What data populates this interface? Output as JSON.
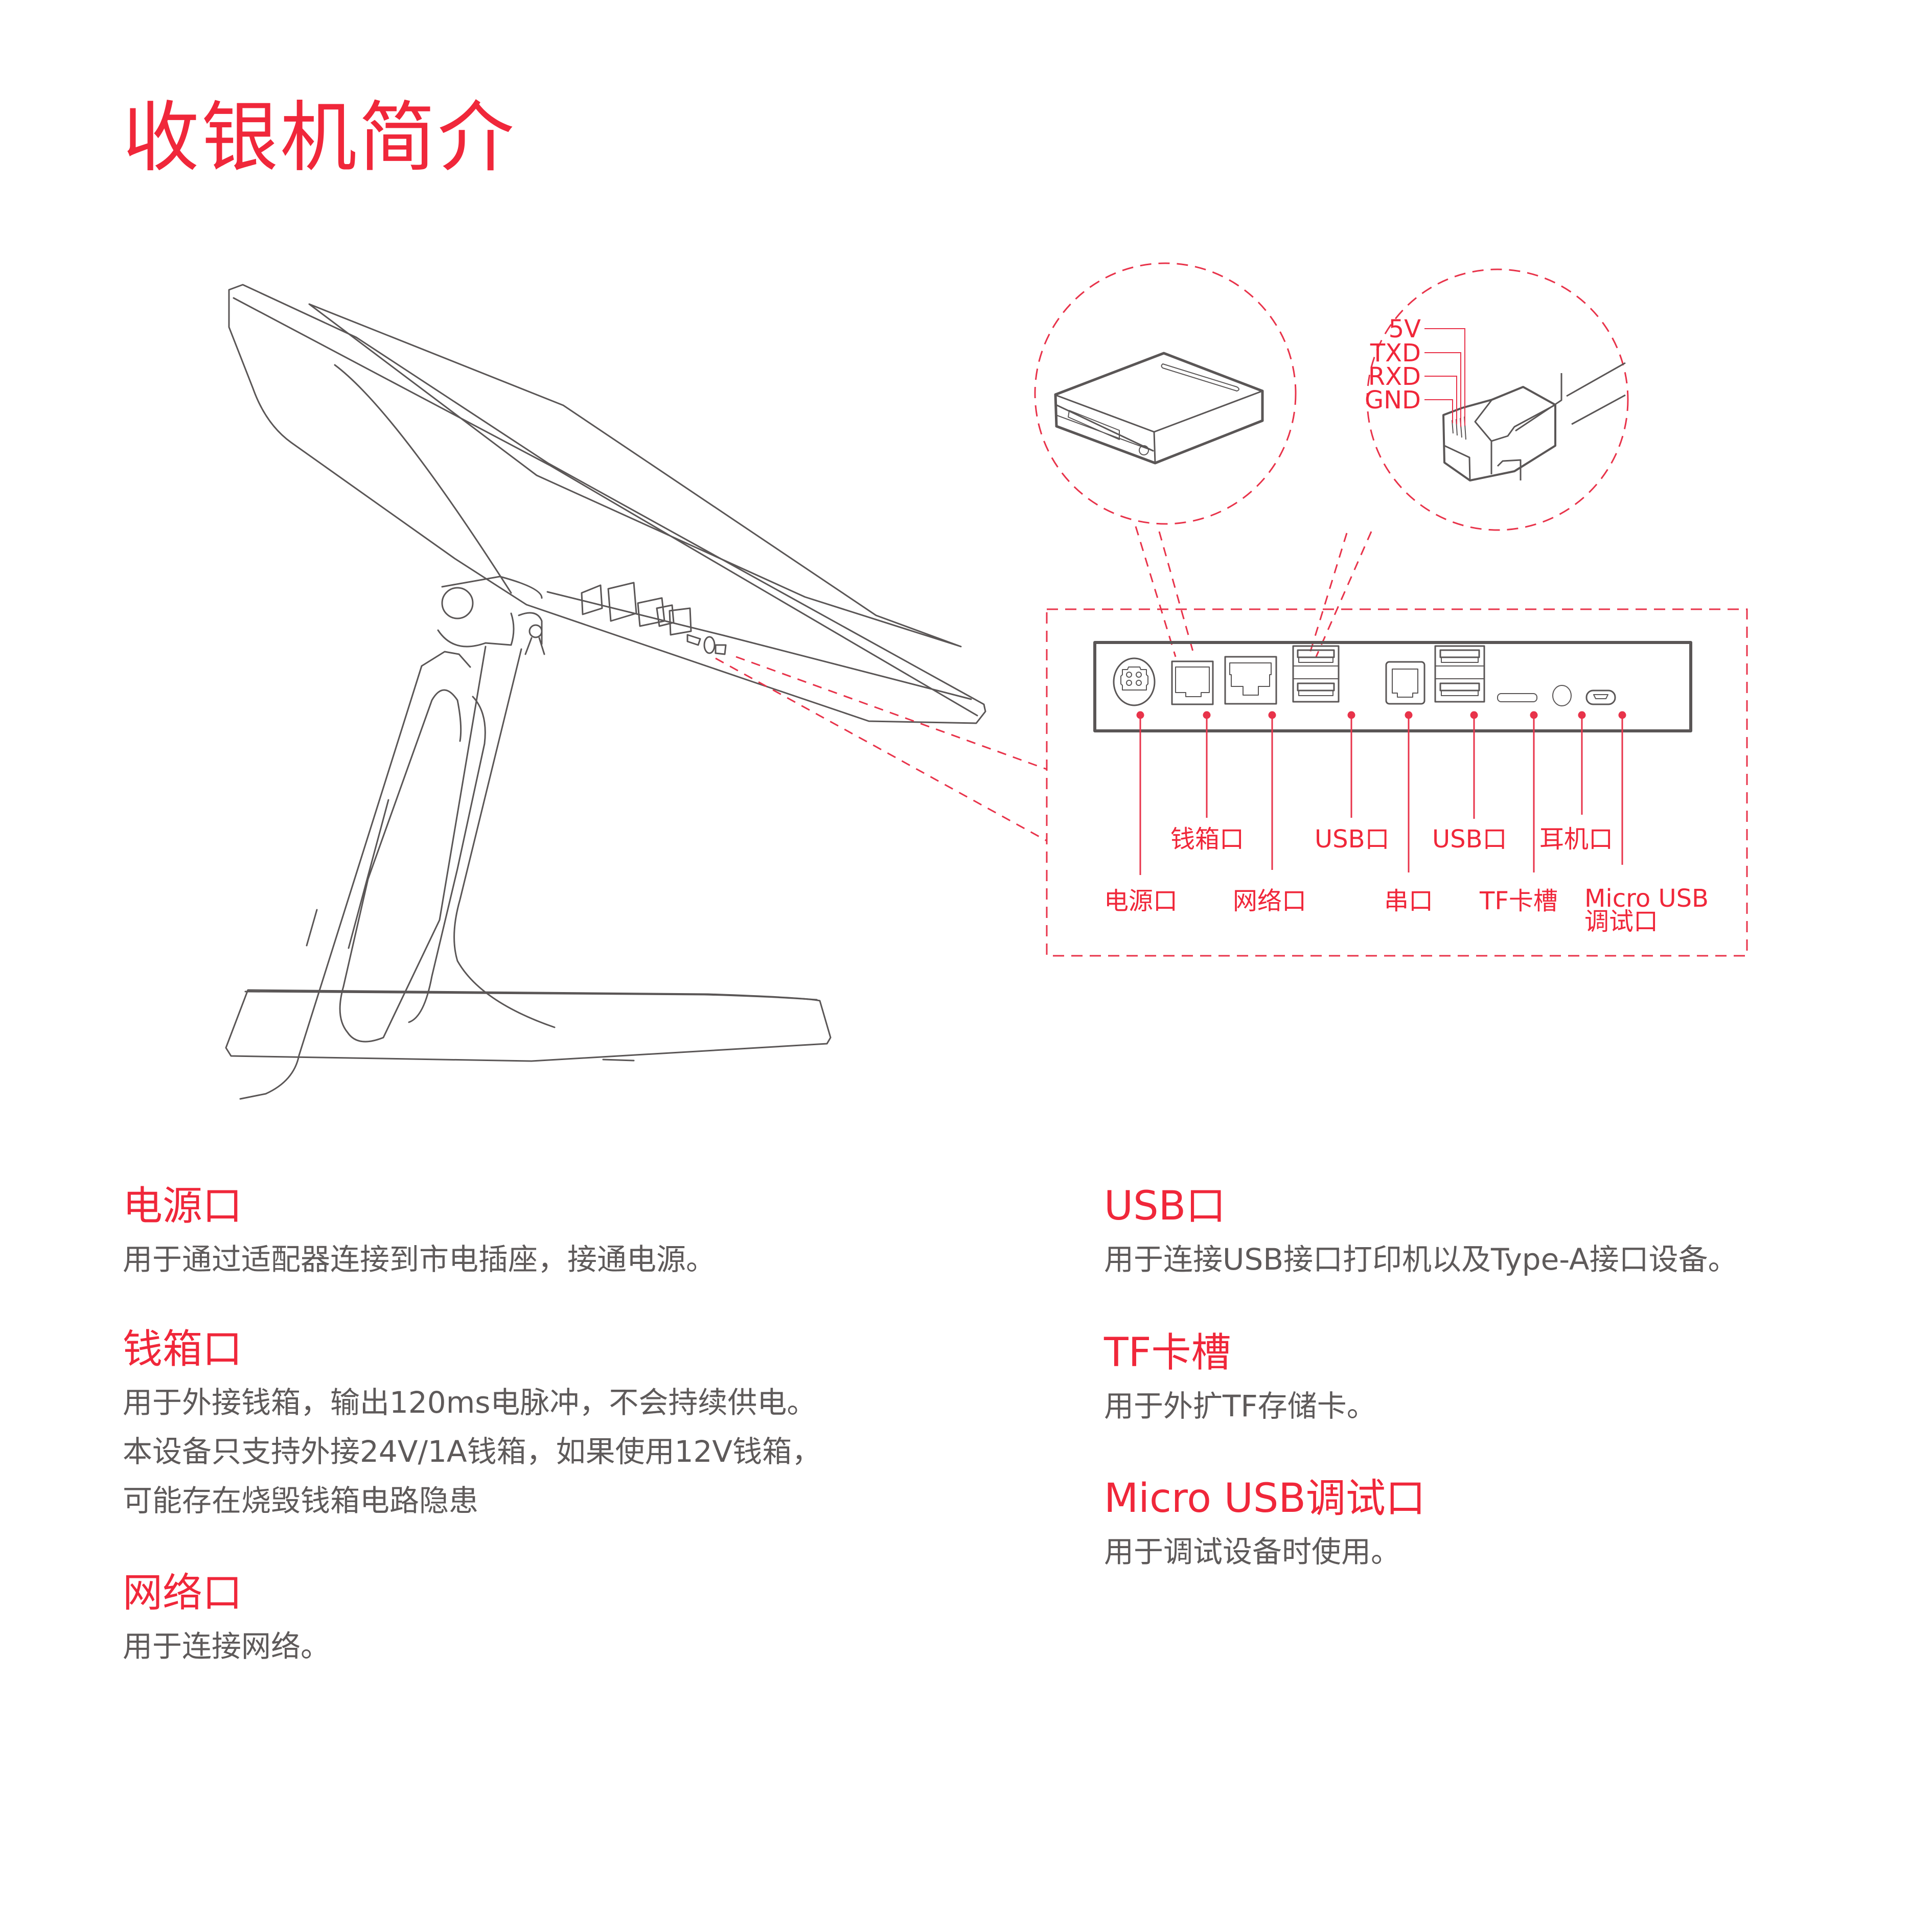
{
  "page": {
    "title": "收银机简介",
    "accent_color": "#f0273a",
    "text_color": "#5e5a5a",
    "line_color": "#5a5656"
  },
  "diagram": {
    "serial_pins": {
      "labels": [
        "5V",
        "TXD",
        "RXD",
        "GND"
      ]
    },
    "port_panel": {
      "ports_left_to_right": [
        "power-dc4pin",
        "rj11-cashdrawer",
        "rj45-network",
        "usb-a-dual",
        "rj11-serial",
        "usb-a-dual",
        "tf-slot",
        "audio-jack",
        "micro-usb"
      ]
    },
    "labels_upper": [
      {
        "id": "cash_drawer",
        "text": "钱箱口"
      },
      {
        "id": "usb1",
        "text": "USB口"
      },
      {
        "id": "usb2",
        "text": "USB口"
      },
      {
        "id": "earphone",
        "text": "耳机口"
      }
    ],
    "labels_lower": [
      {
        "id": "power",
        "text": "电源口"
      },
      {
        "id": "network",
        "text": "网络口"
      },
      {
        "id": "serial",
        "text": "串口"
      },
      {
        "id": "tf",
        "text": "TF卡槽"
      },
      {
        "id": "micro_usb_line1",
        "text": "Micro USB"
      },
      {
        "id": "micro_usb_line2",
        "text": "调试口"
      }
    ]
  },
  "sections": {
    "left": [
      {
        "title": "电源口",
        "lines": [
          "用于通过适配器连接到市电插座，接通电源。"
        ]
      },
      {
        "title": "钱箱口",
        "lines": [
          "用于外接钱箱，输出120ms电脉冲，不会持续供电。",
          "本设备只支持外接24V/1A钱箱，如果使用12V钱箱，",
          "可能存在烧毁钱箱电路隐患"
        ]
      },
      {
        "title": "网络口",
        "lines": [
          "用于连接网络。"
        ]
      }
    ],
    "right": [
      {
        "title": "USB口",
        "lines": [
          "用于连接USB接口打印机以及Type-A接口设备。"
        ]
      },
      {
        "title": "TF卡槽",
        "lines": [
          "用于外扩TF存储卡。"
        ]
      },
      {
        "title": "Micro USB调试口",
        "lines": [
          "用于调试设备时使用。"
        ]
      }
    ]
  }
}
